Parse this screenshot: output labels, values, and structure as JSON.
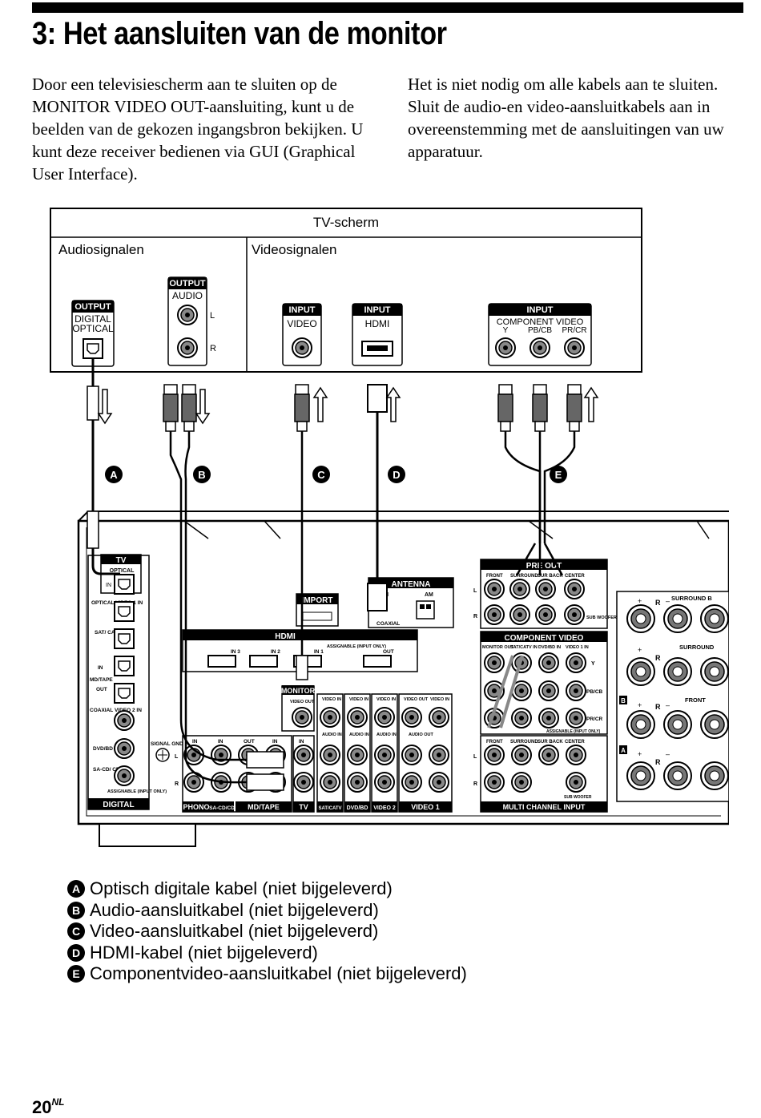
{
  "page": {
    "title": "3: Het aansluiten van de monitor",
    "intro_left": "Door een televisiescherm aan te sluiten op de MONITOR VIDEO OUT-aansluiting, kunt u de beelden van de gekozen ingangsbron bekijken. U kunt deze receiver bedienen via GUI (Graphical User Interface).",
    "intro_right": "Het is niet nodig om alle kabels aan te sluiten. Sluit de audio-en video-aansluitkabels aan in overeenstemming met de aansluitingen van uw apparatuur.",
    "page_number": "20",
    "page_suffix": "NL"
  },
  "tv": {
    "title": "TV-scherm",
    "audio_signals": "Audiosignalen",
    "video_signals": "Videosignalen",
    "output_label": "OUTPUT",
    "input_label": "INPUT",
    "digital_optical_1": "DIGITAL",
    "digital_optical_2": "OPTICAL",
    "audio": "AUDIO",
    "left": "L",
    "right": "R",
    "video": "VIDEO",
    "hdmi": "HDMI",
    "component_video": "COMPONENT VIDEO",
    "comp_y": "Y",
    "comp_pb": "PB/CB",
    "comp_pr": "PR/CR"
  },
  "cable_markers": [
    "A",
    "B",
    "C",
    "D",
    "E"
  ],
  "receiver": {
    "tv": "TV",
    "optical": "OPTICAL",
    "in": "IN",
    "out": "OUT",
    "optical_video1_in": "OPTICAL VIDEO 1 IN",
    "sat_catv": "SAT/ CATV",
    "md_tape": "MD/TAPE",
    "coaxial_video2_in": "COAXIAL VIDEO 2 IN",
    "dvd_bd_in": "DVD/BD IN",
    "sa_cd_cd_in": "SA-CD/ CD IN",
    "assignable_input_only": "ASSIGNABLE (INPUT ONLY)",
    "digital": "DIGITAL",
    "signal_gnd": "SIGNAL GND",
    "import": "IMPORT",
    "antenna": "ANTENNA",
    "fm": "FM",
    "am": "AM",
    "coaxial": "COAXIAL",
    "hdmi": "HDMI",
    "hdmi_in3": "IN 3",
    "hdmi_in2": "IN 2",
    "hdmi_in1": "IN 1",
    "hdmi_assignable": "ASSIGNABLE (INPUT ONLY)",
    "hdmi_out": "OUT",
    "monitor": "MONITOR",
    "video_out": "VIDEO OUT",
    "video_in": "VIDEO IN",
    "audio_in": "AUDIO IN",
    "audio_out": "AUDIO OUT",
    "phono": "PHONO",
    "sa_cd_cd": "SA-CD/CD",
    "sat_catv_short": "SAT/CATV",
    "dvd_bd": "DVD/BD",
    "video2": "VIDEO 2",
    "video1": "VIDEO 1",
    "pre_out": "PRE OUT",
    "front": "FRONT",
    "surround": "SURROUND",
    "sur_back": "SUR BACK",
    "center": "CENTER",
    "subwoofer": "SUB WOOFER",
    "component_video": "COMPONENT VIDEO",
    "monitor_out": "MONITOR OUT",
    "sat_catv_in": "SAT/CATV IN",
    "dvd_bd_in2": "DVD/BD IN",
    "video1_in": "VIDEO 1 IN",
    "y": "Y",
    "pb_cb": "PB/CB",
    "pr_cr": "PR/CR",
    "multi_channel_input": "MULTI CHANNEL INPUT",
    "surround_b": "SURROUND B",
    "surround_spk": "SURROUND",
    "front_spk": "FRONT",
    "spk_b": "B",
    "spk_a": "A",
    "plus": "+",
    "minus": "–",
    "l": "L",
    "r": "R"
  },
  "legend": [
    {
      "marker": "A",
      "text": "Optisch digitale kabel (niet bijgeleverd)"
    },
    {
      "marker": "B",
      "text": "Audio-aansluitkabel (niet bijgeleverd)"
    },
    {
      "marker": "C",
      "text": "Video-aansluitkabel (niet bijgeleverd)"
    },
    {
      "marker": "D",
      "text": "HDMI-kabel (niet bijgeleverd)"
    },
    {
      "marker": "E",
      "text": "Componentvideo-aansluitkabel (niet bijgeleverd)"
    }
  ]
}
